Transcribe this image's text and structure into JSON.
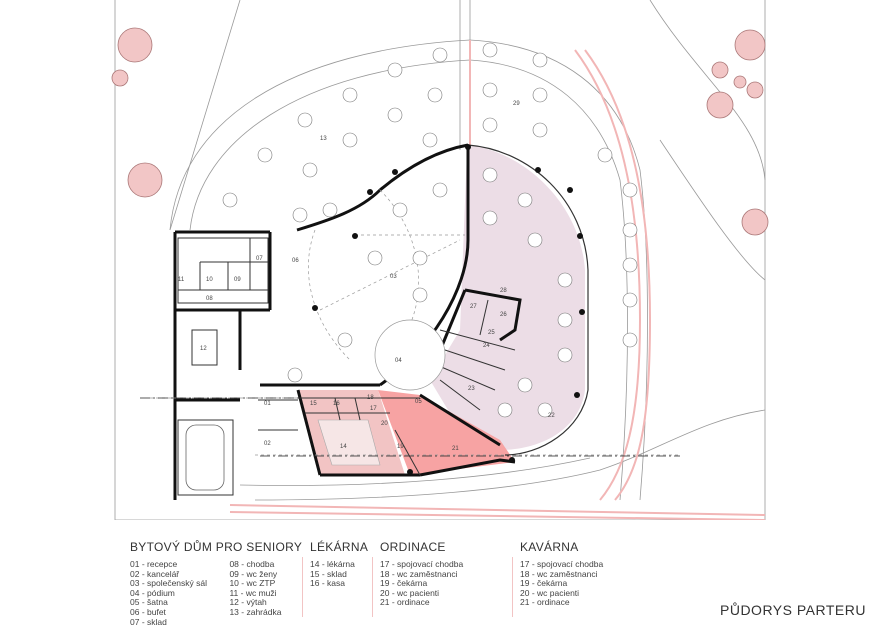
{
  "title": "PŮDORYS PARTERU",
  "colors": {
    "pharmacy": "#f2c4c4",
    "clinic": "#f7a3a3",
    "cafe": "#ecdde6",
    "wall": "#111111",
    "tree": "#f2c6c6",
    "outline": "#aaaaaa"
  },
  "legend": [
    {
      "heading": "BYTOVÝ DŮM PRO SENIORY",
      "color": "#ffffff",
      "columns": [
        [
          "01 - recepce",
          "02 - kancelář",
          "03 - společenský sál",
          "04 - pódium",
          "05 - šatna",
          "06 - bufet",
          "07 - sklad"
        ],
        [
          "08 - chodba",
          "09 - wc ženy",
          "10 - wc ZTP",
          "11 - wc muži",
          "12 - výtah",
          "13 - zahrádka"
        ]
      ]
    },
    {
      "heading": "LÉKÁRNA",
      "color": "#f2c4c4",
      "columns": [
        [
          "14 - lékárna",
          "15 - sklad",
          "16 - kasa"
        ]
      ]
    },
    {
      "heading": "ORDINACE",
      "color": "#f2c4c4",
      "columns": [
        [
          "17 - spojovací chodba",
          "18 - wc zaměstnanci",
          "19 - čekárna",
          "20 - wc pacienti",
          "21 - ordinace"
        ]
      ]
    },
    {
      "heading": "KAVÁRNA",
      "color": "#f2c4c4",
      "columns": [
        [
          "17 - spojovací chodba",
          "18 - wc zaměstnanci",
          "19 - čekárna",
          "20 - wc pacienti",
          "21 - ordinace"
        ]
      ]
    }
  ],
  "room_labels": [
    "01",
    "02",
    "03",
    "04",
    "05",
    "06",
    "07",
    "08",
    "09",
    "10",
    "11",
    "12",
    "13",
    "14",
    "15",
    "16",
    "17",
    "18",
    "19",
    "20",
    "21",
    "22",
    "23",
    "24",
    "25",
    "26",
    "27",
    "28",
    "29"
  ]
}
